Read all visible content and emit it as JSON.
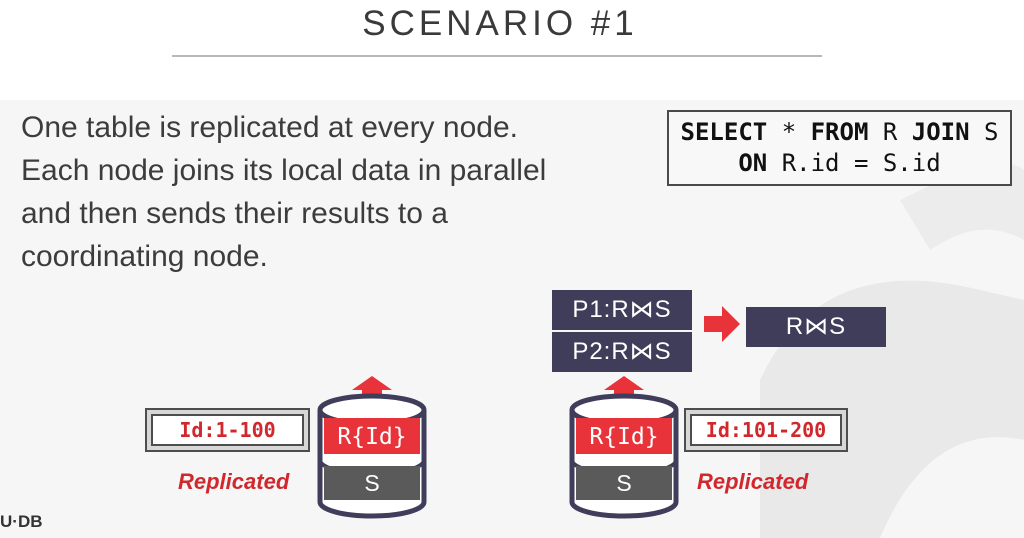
{
  "title": "SCENARIO #1",
  "bullets": [
    "One table is replicated at every node.",
    "Each node joins its local data in parallel and then sends their results to a coordinating node."
  ],
  "query": {
    "line1_kw1": "SELECT",
    "line1_star": "*",
    "line1_kw2": "FROM",
    "line1_t1": "R",
    "line1_kw3": "JOIN",
    "line1_t2": "S",
    "line2_kw": "ON",
    "line2_cond": "R.id = S.id"
  },
  "partials": [
    {
      "label": "P1:R⋈S"
    },
    {
      "label": "P2:R⋈S"
    }
  ],
  "final_result": "R⋈S",
  "nodes": [
    {
      "top_label": "R{Id}",
      "bottom_label": "S",
      "range": "Id:1-100",
      "note": "Replicated"
    },
    {
      "top_label": "R{Id}",
      "bottom_label": "S",
      "range": "Id:101-200",
      "note": "Replicated"
    }
  ],
  "logo": "U·DB",
  "colors": {
    "accent_red": "#e8333a",
    "result_box": "#3f3d5a",
    "db_dark": "#5a5a5a",
    "db_outline": "#3f3d5a"
  }
}
